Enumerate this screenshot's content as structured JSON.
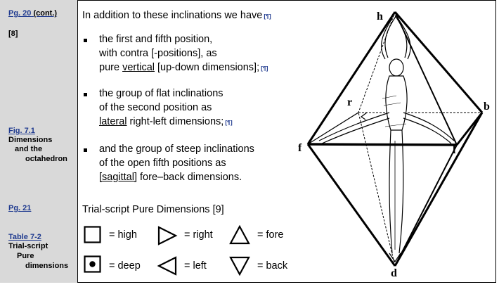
{
  "sidebar": {
    "page_ref_1": "Pg. 20",
    "page_ref_1_suffix": " (cont.)",
    "note_ref": "[8]",
    "fig_ref": "Fig. 7.1",
    "fig_caption": [
      "Dimensions",
      "and the",
      "octahedron"
    ],
    "page_ref_2": "Pg. 21",
    "table_ref": "Table 7-2",
    "table_caption": [
      "Trial-script",
      "Pure",
      "dimensions"
    ]
  },
  "main": {
    "intro": "In addition to these inclinations we have",
    "pilcrow": "[¶]",
    "bullets": [
      {
        "line1": "the first and fifth position,",
        "line2": "with contra [-positions], as",
        "line3_pre": "pure ",
        "line3_u": "vertical",
        "line3_post": " [up-down dimensions];"
      },
      {
        "line1": "the group of flat inclinations",
        "line2": "of the second position as",
        "line3_u": "lateral",
        "line3_post": " right-left dimensions;"
      },
      {
        "line1": "and the group of steep inclinations",
        "line2": "of the open fifth positions as",
        "line3_u": "[sagittal]",
        "line3_post": " fore–back dimensions."
      }
    ],
    "trial_heading": "Trial-script  Pure Dimensions [9]",
    "symbols": {
      "high": "= high",
      "right": "= right",
      "fore": "= fore",
      "deep": "= deep",
      "left": "= left",
      "back": "= back"
    }
  },
  "figure": {
    "labels": {
      "h": "h",
      "b": "b",
      "r": "r",
      "f": "f",
      "l": "l",
      "d": "d"
    }
  }
}
